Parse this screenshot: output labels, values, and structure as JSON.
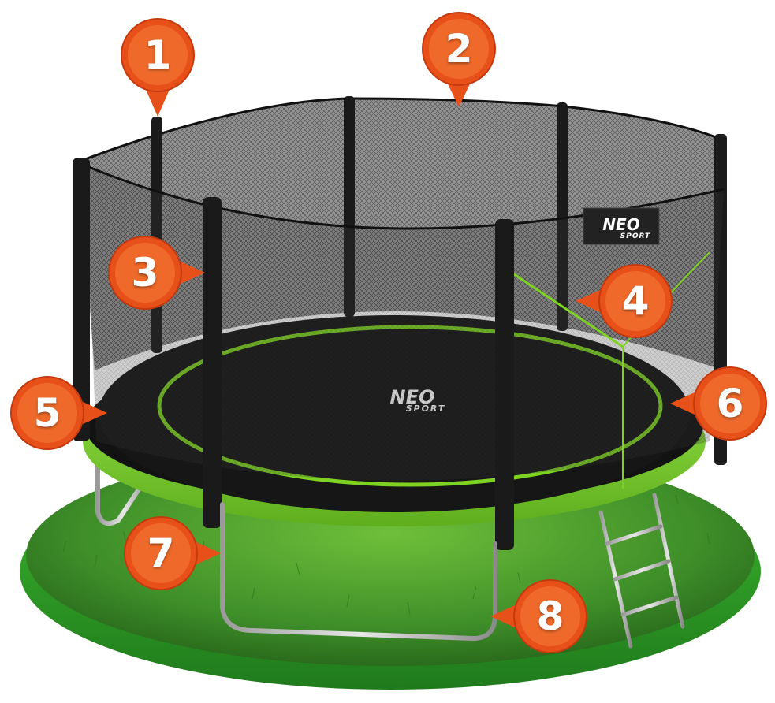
{
  "brand": {
    "net_tag_line1": "NEO",
    "net_tag_line2": "SPORT",
    "mat_logo_line1": "NEO",
    "mat_logo_line2": "SPORT"
  },
  "markers": [
    {
      "id": 1,
      "label": "1",
      "pointer": "down"
    },
    {
      "id": 2,
      "label": "2",
      "pointer": "down"
    },
    {
      "id": 3,
      "label": "3",
      "pointer": "right"
    },
    {
      "id": 4,
      "label": "4",
      "pointer": "left"
    },
    {
      "id": 5,
      "label": "5",
      "pointer": "right"
    },
    {
      "id": 6,
      "label": "6",
      "pointer": "left"
    },
    {
      "id": 7,
      "label": "7",
      "pointer": "right"
    },
    {
      "id": 8,
      "label": "8",
      "pointer": "left"
    }
  ],
  "colors": {
    "marker_fill": "#e8501a",
    "marker_highlight": "#ff8a3d",
    "frame_green": "#7ed321",
    "mat_black": "#151515",
    "net": "#2a2a2a",
    "grass": "#3f8f2a",
    "grass_rim": "#2f9a2a"
  },
  "icons": [
    "numbered-pin-marker",
    "trampoline-illustration"
  ]
}
